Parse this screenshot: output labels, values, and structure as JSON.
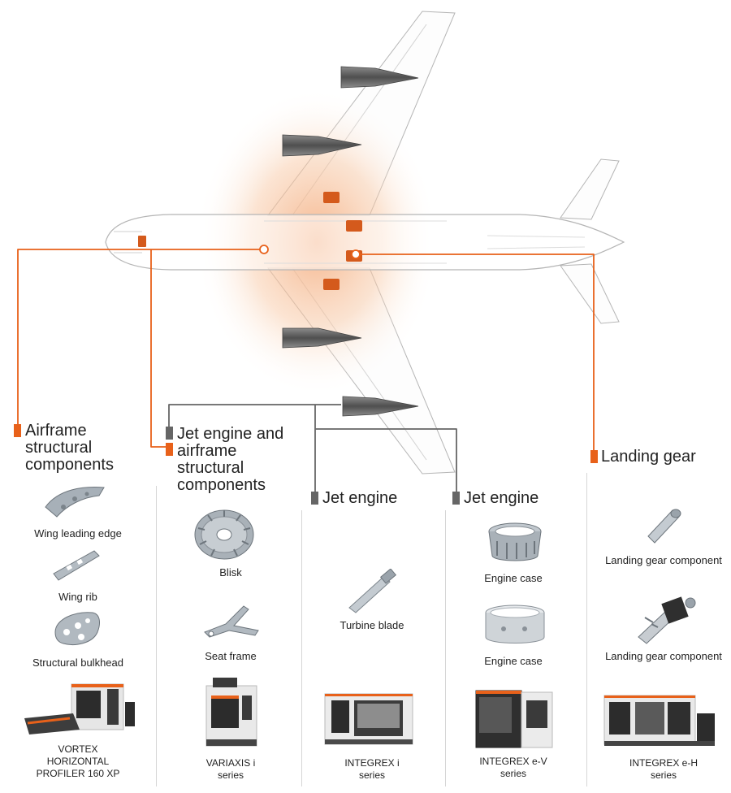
{
  "colors": {
    "accent": "#e8611a",
    "connector_gray": "#666666",
    "outline": "#b5b5b5",
    "engine": "#6a6a6a",
    "part": "#9aa3ab",
    "machine_body": "#e9e9e9",
    "machine_dark": "#2c2c2c"
  },
  "categories": [
    {
      "id": "airframe",
      "marker": "orange",
      "heading": [
        "Airframe",
        "structural",
        "components"
      ],
      "parts": [
        "Wing leading edge",
        "Wing rib",
        "Structural bulkhead"
      ],
      "machine": [
        "VORTEX",
        "HORIZONTAL",
        "PROFILER 160 XP"
      ]
    },
    {
      "id": "jet-airframe",
      "marker": "gray-orange",
      "heading": [
        "Jet engine and",
        "airframe",
        "structural",
        "components"
      ],
      "parts": [
        "Blisk",
        "Seat frame"
      ],
      "machine": [
        "VARIAXIS i",
        "series"
      ]
    },
    {
      "id": "jet-engine-1",
      "marker": "gray",
      "heading": [
        "Jet engine"
      ],
      "parts": [
        "Turbine blade"
      ],
      "machine": [
        "INTEGREX i",
        "series"
      ]
    },
    {
      "id": "jet-engine-2",
      "marker": "gray",
      "heading": [
        "Jet engine"
      ],
      "parts": [
        "Engine case",
        "Engine case"
      ],
      "machine": [
        "INTEGREX e-V",
        "series"
      ]
    },
    {
      "id": "landing-gear",
      "marker": "orange",
      "heading": [
        "Landing gear"
      ],
      "parts": [
        "Landing gear component",
        "Landing gear component"
      ],
      "machine": [
        "INTEGREX e-H",
        "series"
      ]
    }
  ]
}
